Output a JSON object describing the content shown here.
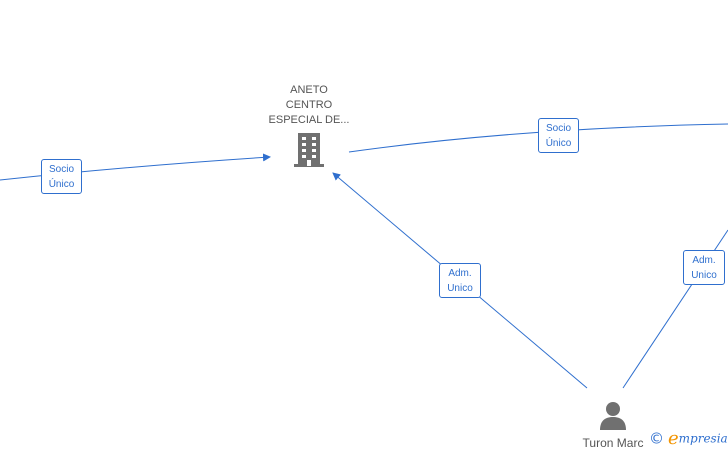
{
  "diagram": {
    "company_node": {
      "name_lines": [
        "ANETO",
        "CENTRO",
        "ESPECIAL DE..."
      ],
      "icon": "building-icon"
    },
    "person_node": {
      "name": "Turon Marc",
      "icon": "person-icon"
    },
    "edge_labels": {
      "left_socio": [
        "Socio",
        "Único"
      ],
      "right_socio": [
        "Socio",
        "Único"
      ],
      "center_adm": [
        "Adm.",
        "Unico"
      ],
      "right_adm": [
        "Adm.",
        "Unico"
      ]
    },
    "colors": {
      "edge": "#2f6fce",
      "node_text": "#555555",
      "icon": "#707070",
      "brand_accent": "#f29400"
    }
  },
  "brand": {
    "copyright_symbol": "©",
    "logo_first_letter": "e",
    "logo_rest": "mpresia"
  }
}
